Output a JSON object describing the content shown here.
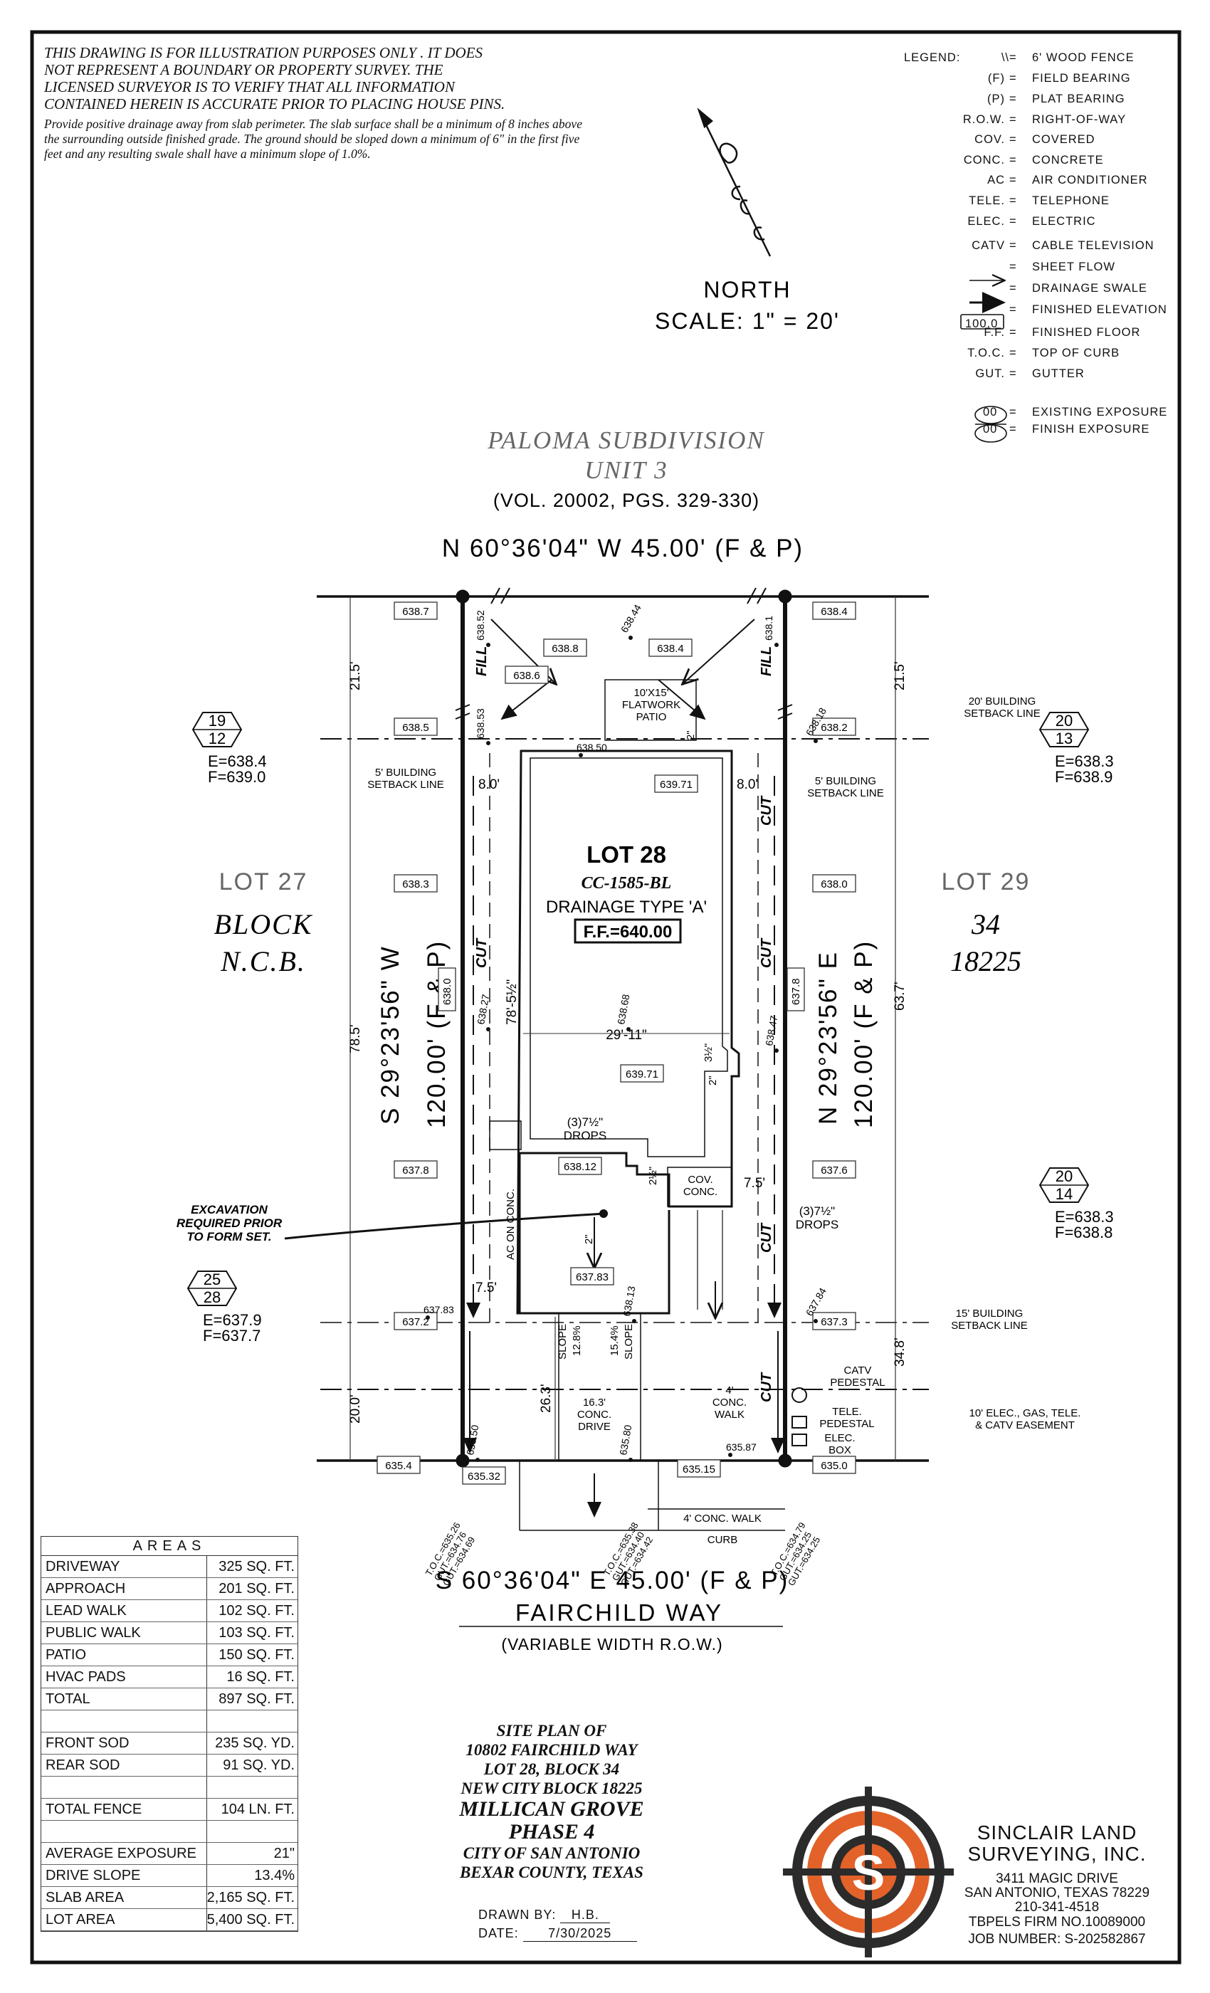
{
  "disclaimer": {
    "line1": "THIS DRAWING IS FOR ILLUSTRATION PURPOSES ONLY . IT DOES",
    "line2": "NOT REPRESENT A BOUNDARY OR PROPERTY SURVEY. THE",
    "line3": "LICENSED SURVEYOR IS TO VERIFY THAT ALL INFORMATION",
    "line4": "CONTAINED HEREIN IS ACCURATE PRIOR TO PLACING HOUSE PINS.",
    "drainage_note": "Provide positive drainage away from slab perimeter. The slab surface shall be a minimum of 8 inches above the surrounding outside finished grade. The ground should be sloped down a minimum of 6\" in the first five feet and any resulting swale shall have a minimum slope of 1.0%."
  },
  "north": {
    "label": "NORTH",
    "scale": "SCALE:  1\"  =  20'"
  },
  "legend": {
    "title": "LEGEND:",
    "items": [
      {
        "symbol": "\\\\",
        "text": "6' WOOD FENCE"
      },
      {
        "symbol": "(F)",
        "text": "FIELD BEARING"
      },
      {
        "symbol": "(P)",
        "text": "PLAT BEARING"
      },
      {
        "symbol": "R.O.W.",
        "text": "RIGHT-OF-WAY"
      },
      {
        "symbol": "COV.",
        "text": "COVERED"
      },
      {
        "symbol": "CONC.",
        "text": "CONCRETE"
      },
      {
        "symbol": "AC",
        "text": "AIR CONDITIONER"
      },
      {
        "symbol": "TELE.",
        "text": "TELEPHONE"
      },
      {
        "symbol": "ELEC.",
        "text": "ELECTRIC"
      },
      {
        "symbol": "CATV",
        "text": "CABLE TELEVISION"
      },
      {
        "symbol": "",
        "text": "SHEET FLOW"
      },
      {
        "symbol": "",
        "text": "DRAINAGE SWALE"
      },
      {
        "symbol": "100.0",
        "text": "FINISHED ELEVATION"
      },
      {
        "symbol": "F.F.",
        "text": "FINISHED FLOOR"
      },
      {
        "symbol": "T.O.C.",
        "text": "TOP OF CURB"
      },
      {
        "symbol": "GUT.",
        "text": "GUTTER"
      }
    ],
    "exposure_top": "00",
    "exposure_bottom": "00",
    "exposure_text1": "EXISTING EXPOSURE",
    "exposure_text2": "FINISH EXPOSURE"
  },
  "subdivision": {
    "line1": "PALOMA SUBDIVISION",
    "line2": "UNIT 3",
    "vol": "(VOL. 20002, PGS. 329-330)",
    "north_bearing": "N 60°36'04\" W 45.00' (F & P)",
    "south_bearing": "S 60°36'04\" E 45.00' (F & P)",
    "west_bearing": "S 29°23'56\" W",
    "west_dist": "120.00' (F & P)",
    "east_bearing": "N 29°23'56\" E",
    "east_dist": "120.00' (F & P)"
  },
  "lots": {
    "lot27": "LOT 27",
    "lot29": "LOT 29",
    "block_word": "BLOCK",
    "ncb_word": "N.C.B.",
    "block_no": "34",
    "ncb_no": "18225",
    "lot28": "LOT 28",
    "plan": "CC-1585-BL",
    "drainage": "DRAINAGE TYPE 'A'",
    "ff": "F.F.=640.00"
  },
  "exposures": [
    {
      "top": "19",
      "bottom": "12",
      "e": "E=638.4",
      "f": "F=639.0"
    },
    {
      "top": "20",
      "bottom": "13",
      "e": "E=638.3",
      "f": "F=638.9"
    },
    {
      "top": "20",
      "bottom": "14",
      "e": "E=638.3",
      "f": "F=638.8"
    },
    {
      "top": "25",
      "bottom": "28",
      "e": "E=637.9",
      "f": "F=637.7"
    }
  ],
  "elevations": {
    "nw": "638.7",
    "ne": "638.4",
    "w1": "638.5",
    "e1": "638.2",
    "n1": "638.8",
    "n2": "638.4",
    "n3": "638.6",
    "mid_l": "638.3",
    "mid_r": "638.0",
    "porch": "639.71",
    "rear_in": "639.71",
    "w_fin": "637.8",
    "e_fin": "637.6",
    "drops_pt": "638.12",
    "w_low": "637.2",
    "e_low": "637.3",
    "front_pt": "637.83",
    "sw": "635.4",
    "se": "635.0",
    "s1": "635.32",
    "s2": "635.15",
    "w_slab": "638.0",
    "e_slab": "637.8",
    "sp_638_52": "638.52",
    "sp_638_44": "638.44",
    "sp_638_1": "638.1",
    "sp_638_53": "638.53",
    "sp_638_18": "638.18",
    "sp_638_27": "638.27",
    "sp_638_68": "638.68",
    "sp_638_47": "638.47",
    "sp_637_84": "637.84",
    "sp_637_83b": "637.83",
    "sp_638_13": "638.13",
    "sp_635_50": "635.50",
    "sp_635_80": "635.80",
    "sp_635_87": "635.87",
    "sp_638_50": "638.50"
  },
  "dims": {
    "d21_5": "21.5'",
    "d78_5": "78.5'",
    "d20_0": "20.0'",
    "d63_7": "63.7'",
    "d34_8": "34.8'",
    "d26_3": "26.3'",
    "d8_0a": "8.0'",
    "d8_0b": "8.0'",
    "d7_5a": "7.5'",
    "d7_5b": "7.5'",
    "depth": "78'-5½\"",
    "width": "29'-11\"",
    "two_a": "2\"",
    "two_b": "2\"",
    "three_half": "3½\"",
    "two_half": "2½\"",
    "two_c": "2\""
  },
  "labels": {
    "patio": "10'X15'\nFLATWORK\nPATIO",
    "bsl5_w": "5' BUILDING\nSETBACK LINE",
    "bsl5_e": "5' BUILDING\nSETBACK LINE",
    "bsl20": "20' BUILDING\nSETBACK LINE",
    "bsl15": "15' BUILDING\nSETBACK LINE",
    "easement": "10' ELEC., GAS, TELE.\n& CATV EASEMENT",
    "drops_l": "(3)7½\"\nDROPS",
    "drops_r": "(3)7½\"\nDROPS",
    "cov": "COV.\nCONC.",
    "ac": "AC ON CONC.",
    "excavation": "EXCAVATION\nREQUIRED PRIOR\nTO FORM SET.",
    "drive": "16.3'\nCONC.\nDRIVE",
    "walk4": "4'\nCONC.\nWALK",
    "catv": "CATV\nPEDESTAL",
    "tele": "TELE.\nPEDESTAL",
    "elec": "ELEC.\nBOX",
    "conc_walk": "4' CONC. WALK",
    "curb": "CURB",
    "slope1": "SLOPE",
    "slope1v": "12.8%",
    "slope2": "15.4%",
    "slope2v": "SLOPE",
    "fill": "FILL",
    "cut": "CUT",
    "toc1": "T.O.C.=635.26\nGUT.=634.76\nGUT.=634.69",
    "toc2": "T.O.C.=635.38\nGUT.=634.40\nGUT.=634.42",
    "toc3": "T.O.C.=634.79\nGUT.=634.25\nGUT.=634.25"
  },
  "street": {
    "name": "FAIRCHILD WAY",
    "row": "(VARIABLE WIDTH R.O.W.)"
  },
  "areas": {
    "title": "AREAS",
    "rows": [
      {
        "k": "DRIVEWAY",
        "v": "325 SQ. FT."
      },
      {
        "k": "APPROACH",
        "v": "201 SQ. FT."
      },
      {
        "k": "LEAD WALK",
        "v": "102 SQ. FT."
      },
      {
        "k": "PUBLIC WALK",
        "v": "103 SQ. FT."
      },
      {
        "k": "PATIO",
        "v": "150 SQ. FT."
      },
      {
        "k": "HVAC PADS",
        "v": "16 SQ. FT."
      },
      {
        "k": "TOTAL",
        "v": "897 SQ. FT."
      },
      {
        "k": "",
        "v": ""
      },
      {
        "k": "FRONT SOD",
        "v": "235 SQ. YD."
      },
      {
        "k": "REAR SOD",
        "v": "91 SQ. YD."
      },
      {
        "k": "",
        "v": ""
      },
      {
        "k": "TOTAL FENCE",
        "v": "104 LN. FT."
      },
      {
        "k": "",
        "v": ""
      },
      {
        "k": "AVERAGE EXPOSURE",
        "v": "21\""
      },
      {
        "k": "DRIVE SLOPE",
        "v": "13.4%"
      },
      {
        "k": "SLAB AREA",
        "v": "2,165 SQ. FT."
      },
      {
        "k": "LOT AREA",
        "v": "5,400 SQ. FT."
      }
    ]
  },
  "title_block": {
    "l1": "SITE PLAN OF",
    "l2": "10802 FAIRCHILD WAY",
    "l3": "LOT 28, BLOCK 34",
    "l4": "NEW CITY BLOCK 18225",
    "l5": "MILLICAN GROVE",
    "l6": "PHASE 4",
    "l7": "CITY OF SAN ANTONIO",
    "l8": "BEXAR COUNTY, TEXAS",
    "drawn_label": "DRAWN  BY:",
    "drawn": "H.B.",
    "date_label": "DATE:",
    "date": "7/30/2025"
  },
  "company": {
    "name1": "SINCLAIR LAND",
    "name2": "SURVEYING, INC.",
    "addr1": "3411 MAGIC DRIVE",
    "addr2": "SAN ANTONIO, TEXAS 78229",
    "phone": "210-341-4518",
    "firm": "TBPELS FIRM NO.10089000",
    "job_label": "JOB NUMBER:",
    "job": "S-202582867",
    "logo_letter": "S",
    "logo_colors": {
      "orange": "#e2622a",
      "dark": "#2b2b2b"
    }
  }
}
